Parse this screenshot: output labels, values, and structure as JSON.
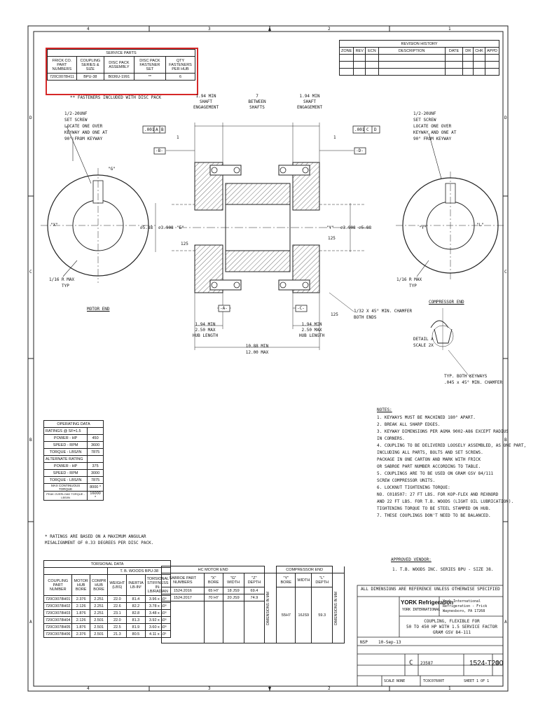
{
  "border": {
    "top_zones": [
      "4",
      "3",
      "2",
      "1"
    ],
    "bottom_zones": [
      "4",
      "3",
      "2",
      "1"
    ],
    "left_zones": [
      "D",
      "C",
      "B",
      "A"
    ],
    "right_zones": [
      "D",
      "C",
      "B",
      "A"
    ]
  },
  "service_parts": {
    "title": "SERVICE PARTS",
    "headers": [
      "FRICK CO. PART NUMBERS",
      "COUPLING SERIES & SIZE",
      "DISC PACK ASSEMBLY",
      "DISC PACK FASTENER SET",
      "QTY FASTENERS PER HUB"
    ],
    "row": [
      "720C0078H11",
      "BPU-38",
      "B036U-1991",
      "**",
      "6"
    ],
    "footnote": "** FASTENERS INCLUDED WITH DISC PACK"
  },
  "revision_history": {
    "title": "REVISION HISTORY",
    "headers": [
      "ZONE",
      "REV",
      "ECN",
      "DESCRIPTION",
      "DATE",
      "DR",
      "CHK",
      "APPD"
    ]
  },
  "drawing": {
    "left_callout": [
      "1/2-20UNF",
      "SET SCREW",
      "LOCATE ONE OVER",
      "KEYWAY AND ONE AT",
      "90° FROM KEYWAY"
    ],
    "right_callout": [
      "1/2-20UNF",
      "SET SCREW",
      "LOCATE ONE OVER",
      "KEYWAY AND ONE AT",
      "90° FROM KEYWAY"
    ],
    "shaft_engagement_left": [
      "1.94 MIN",
      "SHAFT",
      "ENGAGEMENT"
    ],
    "between_shafts": [
      "7",
      "BETWEEN",
      "SHAFTS"
    ],
    "shaft_engagement_right": [
      "1.94 MIN",
      "SHAFT",
      "ENGAGEMENT"
    ],
    "tol_left": ".001",
    "tol_left_refs": [
      "A",
      "B"
    ],
    "tol_right": ".001",
    "tol_right_refs": [
      "C",
      "D"
    ],
    "datum_b": "-B-",
    "datum_d": "-D-",
    "datum_a": "-A-",
    "datum_c": "-C-",
    "label_G_left": "\"G\"",
    "label_X_left": "\"X\"",
    "label_Y_right": "\"Y\"",
    "label_L_right": "\"L\"",
    "dia_left_outer": "⌀5.88",
    "dia_left_inner": "⌀3.908",
    "bore_label": "\"Б\"",
    "dia_right_inner": "⌀3.908",
    "dia_right_outer": "⌀5.88",
    "one_left": "1",
    "one_right": "1",
    "r125_left": "125",
    "r125_right": "125",
    "r125_bottom": "125",
    "radius_left": [
      "1/16 R MAX",
      "TYP"
    ],
    "radius_right": [
      "1/16 R MAX",
      "TYP"
    ],
    "chamfer": [
      "1/32 X 45° MIN. CHAMFER",
      "BOTH ENDS"
    ],
    "hub_length_left": [
      "1.94 MIN",
      "2.50 MAX",
      "HUB LENGTH"
    ],
    "hub_length_right": [
      "1.94 MIN",
      "2.50 MAX",
      "HUB LENGTH"
    ],
    "overall": [
      "10.88 MIN",
      "12.00 MAX"
    ],
    "motor_end": "MOTOR END",
    "compressor_end": "COMPRESSOR END",
    "detail_a": [
      "DETAIL A",
      "SCALE 2X"
    ],
    "keyway_note": [
      "TYP. BOTH KEYWAYS",
      ".045 x 45° MIN. CHAMFER"
    ]
  },
  "notes": {
    "title": "NOTES:",
    "items": [
      "1. KEYWAYS MUST BE MACHINED 180° APART.",
      "2. BREAK ALL SHARP EDGES.",
      "3. KEYWAY DIMENSIONS PER AGMA 9002-A86 EXCEPT RADIUS",
      "    IN CORNERS.",
      "4. COUPLING TO BE DELIVERED LOOSELY ASSEMBLED, AS ONE PART,",
      "    INCLUDING ALL PARTS, BOLTS AND SET SCREWS.",
      "    PACKAGE IN ONE CARTON AND MARK WITH FRICK",
      "    OR SABROE PART NUMBER ACCORDING TO TABLE.",
      "5. COUPLINGS ARE TO BE USED ON GRAM GSV 84/111",
      "    SCREW COMPRESSOR UNITS.",
      "6. LOCKNUT TIGHTENING TORQUE:",
      "    NO. C018507: 27 FT LBS. FOR KOP-FLEX AND REXNORD",
      "    AND 22 FT LBS. FOR T.B. WOODS (LIGHT OIL LUBRICATION).",
      "    TIGHTENING TORQUE TO BE STEEL STAMPED ON HUB.",
      "7. THESE COUPLINGS DON'T NEED TO BE BALANCED."
    ],
    "approved_vendor_title": "APPROVED VENDOR:",
    "approved_vendor": "1. T.B. WOODS INC. SERIES BPU - SIZE 38."
  },
  "operating_data": {
    "title": "OPERATING DATA",
    "rows": [
      [
        "RATINGS @ SF=1.5",
        ""
      ],
      [
        "POWER - HP",
        "450"
      ],
      [
        "SPEED - RPM",
        "3600"
      ],
      [
        "TORQUE - LBS/IN",
        "7875"
      ],
      [
        "ALTERNATE RATING",
        ""
      ],
      [
        "POWER - HP",
        "375"
      ],
      [
        "SPEED - RPM",
        "3000"
      ],
      [
        "TORQUE - LBS/IN",
        "7875"
      ],
      [
        "MAX CONTINUOUS TORQUE",
        "8000 *"
      ],
      [
        "PEAK OVERLOAD TORQUE - LBS/IN",
        "16000 *"
      ]
    ],
    "footnote": [
      "* RATINGS ARE BASED ON A MAXIMUM ANGULAR",
      "  MISALIGNMENT OF 0.33 DEGREES PER DISC PACK."
    ]
  },
  "torsional_data": {
    "title": "TORSIONAL DATA",
    "subtitle": "T. B. WOODS BPU-38",
    "headers": [
      "COUPLING PART NUMBER",
      "MOTOR HUB BORE",
      "COMPR HUB BORE",
      "WEIGHT (LBS)",
      "INERTIA LB-IN²",
      "TORSIONAL STIFFNESS IN-LB/RADIAN"
    ],
    "rows": [
      [
        "720C0078H01",
        "2.376",
        "2.251",
        "22.0",
        "81.4",
        "3.96 x 10⁶"
      ],
      [
        "720C0078H02",
        "2.126",
        "2.251",
        "22.6",
        "82.2",
        "3.78 x 10⁶"
      ],
      [
        "720C0078H03",
        "1.876",
        "2.251",
        "23.1",
        "82.8",
        "3.48 x 10⁶"
      ],
      [
        "720C0078H04",
        "2.126",
        "2.501",
        "22.0",
        "81.3",
        "3.92 x 10⁶"
      ],
      [
        "720C0078H05",
        "1.876",
        "2.501",
        "22.5",
        "81.9",
        "3.60 x 10⁶"
      ],
      [
        "720C0078H06",
        "2.376",
        "2.501",
        "21.3",
        "80.5",
        "4.11 x 10⁶"
      ]
    ]
  },
  "bore_table": {
    "motor_end_title": "HC MOTOR END",
    "compressor_end_title": "COMPRESSOR END",
    "headers": [
      "SABROE PART NUMBERS",
      "\"X\" BORE",
      "\"G\" WIDTH",
      "\"Z\" DEPTH"
    ],
    "comp_headers": [
      "\"Y\" BORE",
      "WIDTH",
      "\"L\" DEPTH"
    ],
    "rows": [
      [
        "1524.2016",
        "65 H7",
        "18 JS9",
        "69.4"
      ],
      [
        "1524.2017",
        "70 H7",
        "20 JS9",
        "74.9"
      ]
    ],
    "vertical_label": "DIMENSIONS IN MM",
    "comp_values": [
      "55H7",
      "16JS9",
      "59.3"
    ],
    "vertical_label_2": "DIMENSIONS IN MM",
    "dim_note": "ALL DIMENSIONS ARE REFERENCE UNLESS OTHERWISE SPECIFIED"
  },
  "title_block": {
    "brand": "YORK Refrigeration",
    "brand_sub": "YORK INTERNATIONAL",
    "company": [
      "York International",
      "Refrigeration - Frick",
      "Waynesboro, PA 17268"
    ],
    "title": [
      "COUPLING, FLEXIBLE FOR",
      "50 TO 450 HP WITH 1.5 SERVICE FACTOR",
      "GRAM GSV 84-111"
    ],
    "size": "C",
    "fscm": "23587",
    "dwg_no": "1524-T200",
    "rev": "0",
    "scale": "SCALE NONE",
    "sheet": "SHEET 1 OF 1",
    "drawn_by": "NSP",
    "date": "10-Sep-13",
    "file_ref": "TC0C07600T"
  }
}
